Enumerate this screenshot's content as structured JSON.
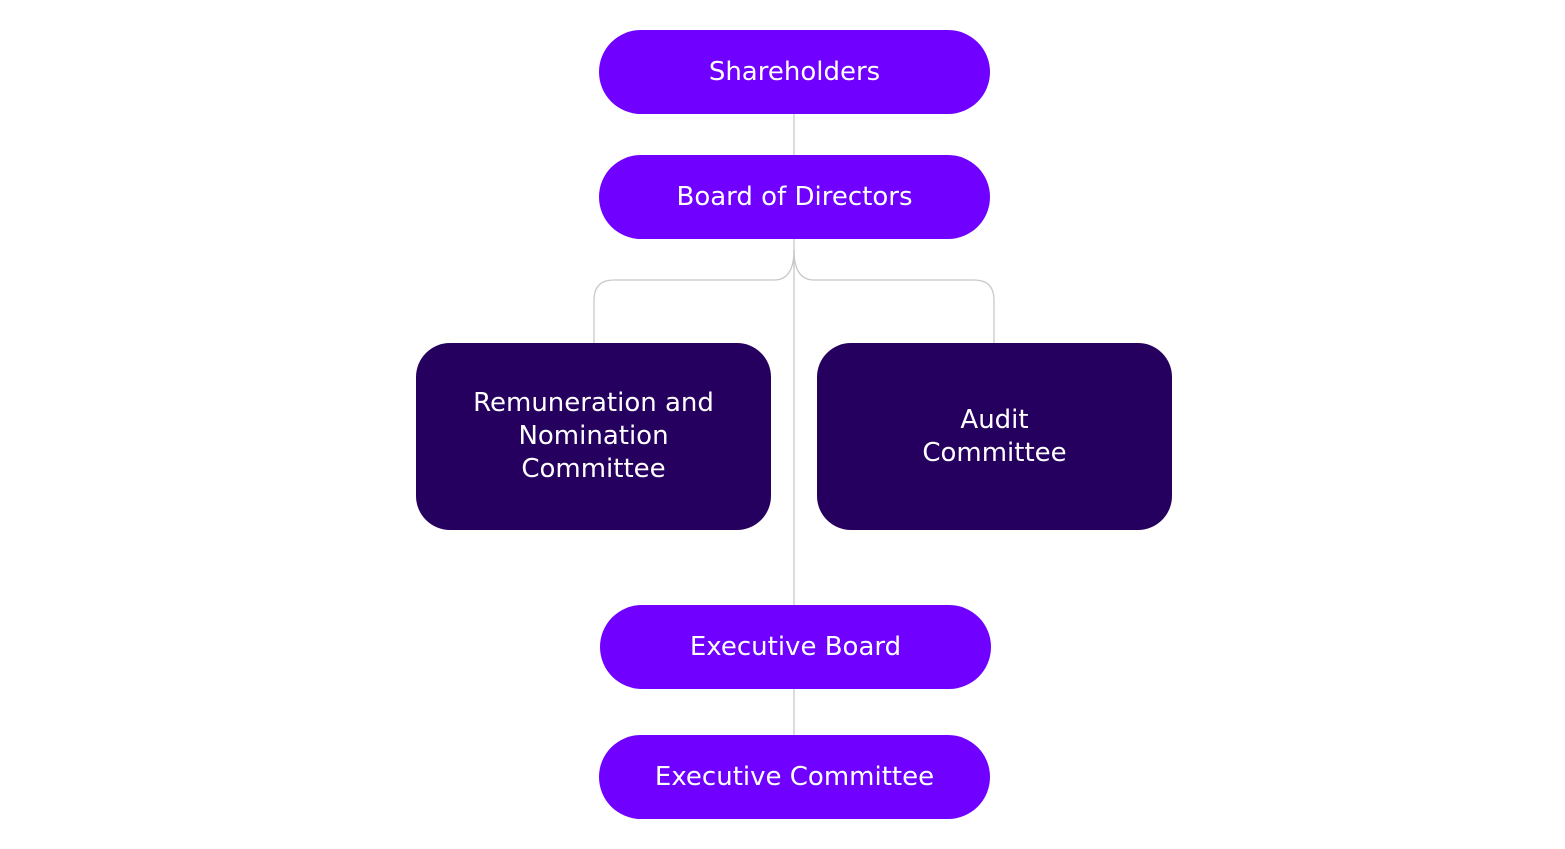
{
  "nodes": {
    "shareholders": "Shareholders",
    "board": "Board of Directors",
    "remuneration": "Remuneration and Nomination Committee",
    "audit": "Audit Committee",
    "executive_board": "Executive Board",
    "executive_committee": "Executive Committee"
  },
  "colors": {
    "primary": "#7000ff",
    "dark": "#26005f",
    "connector": "#c8c8c8"
  }
}
